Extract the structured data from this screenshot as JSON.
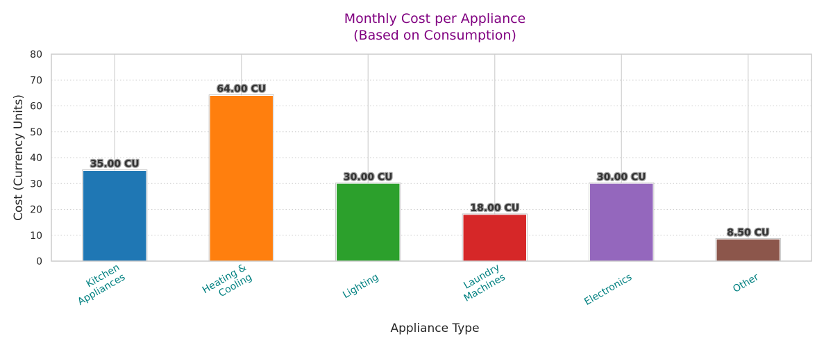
{
  "chart_data": {
    "type": "bar",
    "title": "Monthly Cost per Appliance\n(Based on Consumption)",
    "xlabel": "Appliance Type",
    "ylabel": "Cost (Currency Units)",
    "categories": [
      "Kitchen\nAppliances",
      "Heating &\nCooling",
      "Lighting",
      "Laundry\nMachines",
      "Electronics",
      "Other"
    ],
    "values": [
      35.0,
      64.0,
      30.0,
      18.0,
      30.0,
      8.5
    ],
    "data_labels": [
      "35.00 CU",
      "64.00 CU",
      "30.00 CU",
      "18.00 CU",
      "30.00 CU",
      "8.50 CU"
    ],
    "colors": [
      "#1f77b4",
      "#ff7f0e",
      "#2ca02c",
      "#d62728",
      "#9467bd",
      "#8c564b"
    ],
    "ylim": [
      0,
      80
    ],
    "yticks": [
      0,
      10,
      20,
      30,
      40,
      50,
      60,
      70,
      80
    ],
    "grid": true,
    "title_color": "#800080",
    "xtick_color": "#008080",
    "xtick_rotation": -30
  }
}
